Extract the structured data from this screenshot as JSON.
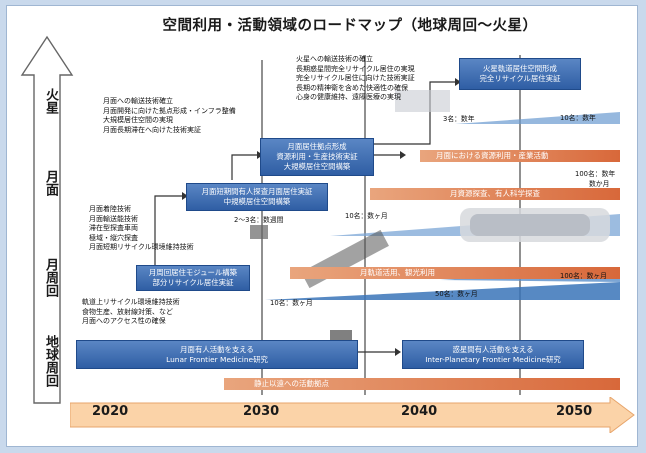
{
  "title": "空間利用・活動領域のロードマップ（地球周回〜火星）",
  "axis_labels": [
    "火星",
    "月面",
    "月周回",
    "地球周回"
  ],
  "years": [
    "2020",
    "2030",
    "2040",
    "2050"
  ],
  "boxes": {
    "mars_habitat": [
      "火星軌道居住空間形成",
      "完全リサイクル居住実証"
    ],
    "lunar_base": [
      "月面居住拠点形成",
      "資源利用・生産技術実証",
      "大規模居住空間構築"
    ],
    "lunar_stay": [
      "月面短期間有人探査月面居住実証",
      "中規模居住空間構築"
    ],
    "lunar_orbit_module": [
      "月周回居住モジュール構築",
      "部分リサイクル居住実証"
    ],
    "leo_lunar_medicine": [
      "月面有人活動を支える",
      "Lunar Frontier Medicine研究"
    ],
    "leo_interplanetary_medicine": [
      "惑星間有人活動を支える",
      "Inter-Planetary Frontier Medicine研究"
    ]
  },
  "bars": {
    "lunar_resource_industry": "月面における資源利用・産業活動",
    "lunar_science": "月資源探査、有人科学探査",
    "lunar_orbit_use": "月軌道活用、観光利用",
    "leo_use": "静止以遠への活動拠点"
  },
  "notes": {
    "mars_tech": [
      "火星への輸送技術の確立",
      "長期惑星間完全リサイクル居住の実現",
      "完全リサイクル居住に向けた技術実証",
      "長期の精神衛を含めた快適性の確保",
      "心身の健康維持、遠隔医療の実現"
    ],
    "moon_tech": [
      "月面への輸送技術確立",
      "月面開発に向けた拠点形成・インフラ整備",
      "大規模居住空間の実現",
      "月面長期滞在へ向けた技術実証"
    ],
    "moon_short": [
      "月面着陸技術",
      "月面輸送能技術",
      "滞在型探査車両",
      "極域・縦穴探査",
      "月面短期リサイクル環境維持技術"
    ],
    "lunar_orbit": [
      "軌道上リサイクル環境維持技術",
      "食物生産、放射線対策、など",
      "月面へのアクセス性の確保"
    ]
  },
  "capacity_labels": {
    "mars_3": "3名：数年",
    "mars_10": "10名：数年",
    "moon_100": "100名：数年",
    "moon_100_months": "数か月",
    "moon_10": "10名：数ヶ月",
    "moon_2_3": "2〜3名：数週間",
    "orbit_100": "100名：数ヶ月",
    "orbit_50": "50名：数ヶ月",
    "orbit_10": "10名：数ヶ月"
  },
  "colors": {
    "blue_box": "#2f5ea4",
    "orange_bar": "#d8683a",
    "axis_arrow": "#f4c08a"
  }
}
